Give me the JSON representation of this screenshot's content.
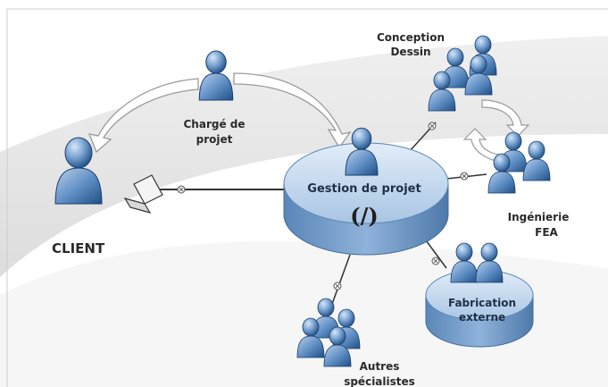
{
  "diagram": {
    "client_label": "CLIENT",
    "charge_de_projet": [
      "Chargé de",
      "projet"
    ],
    "gestion_de_projet": "Gestion de projet",
    "hub_logo": "(/)",
    "conception_dessin": [
      "Conception",
      "Dessin"
    ],
    "ingenierie_fea": [
      "Ingénierie",
      "FEA"
    ],
    "fabrication_externe": [
      "Fabrication",
      "externe"
    ],
    "autres_specialistes": [
      "Autres",
      "spécialistes"
    ]
  },
  "colors": {
    "person_light": "#8fb4dd",
    "person_dark": "#1f4f86",
    "disc_top": "#cfe0f2",
    "disc_side": "#6f99c6",
    "arrow_fill": "#ffffff",
    "arrow_stroke": "#9a9a9a",
    "background_swoosh": "#e4e4e4"
  },
  "icons": [
    "person-icon",
    "laptop-icon",
    "connector-icon",
    "curved-arrow-icon"
  ]
}
